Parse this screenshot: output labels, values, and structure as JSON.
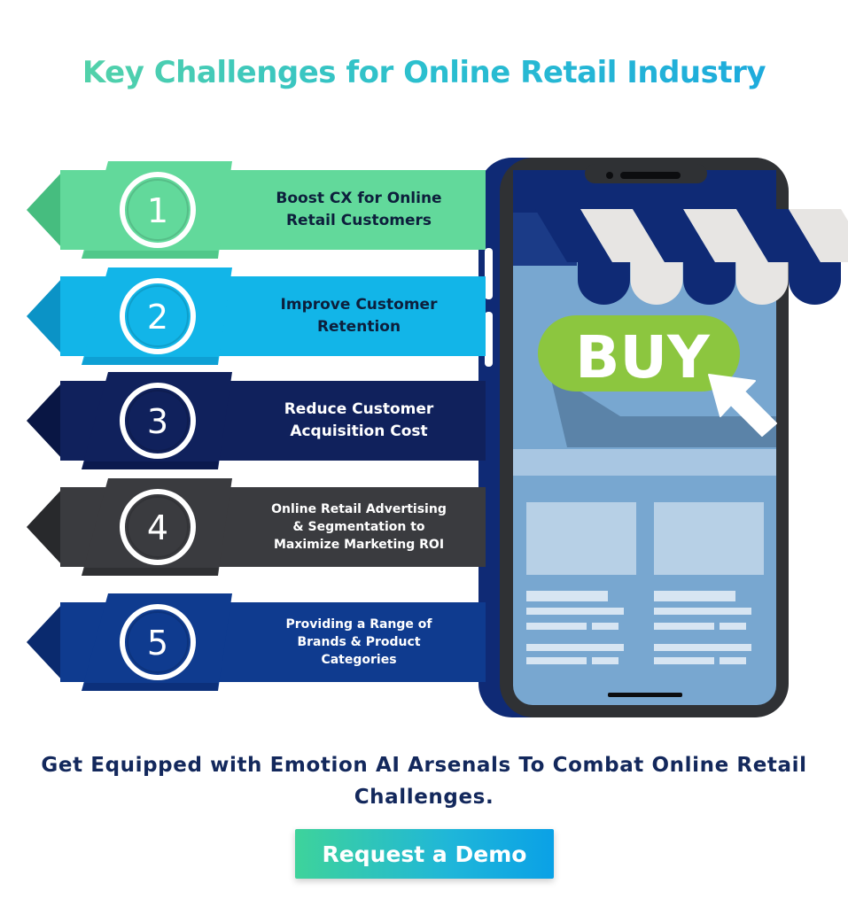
{
  "title": "Key Challenges for Online Retail Industry",
  "challenges": [
    {
      "number": "1",
      "text": "Boost CX for Online Retail Customers",
      "lines": [
        "Boost CX for Online",
        "Retail Customers"
      ],
      "color": "#62d99b",
      "dark": "#46bd7f",
      "text_color": "#0d1f3c"
    },
    {
      "number": "2",
      "text": "Improve Customer Retention",
      "lines": [
        "Improve Customer",
        "Retention"
      ],
      "color": "#12b5e8",
      "dark": "#0b93c6",
      "text_color": "#0d1f3c"
    },
    {
      "number": "3",
      "text": "Reduce Customer Acquisition Cost",
      "lines": [
        "Reduce Customer",
        "Acquisition Cost"
      ],
      "color": "#10215c",
      "dark": "#091644",
      "text_color": "#ffffff"
    },
    {
      "number": "4",
      "text": "Online Retail Advertising & Segmentation to Maximize Marketing ROI",
      "lines": [
        "Online Retail Advertising",
        "& Segmentation to",
        "Maximize Marketing ROI"
      ],
      "color": "#3a3b3f",
      "dark": "#28292c",
      "text_color": "#ffffff"
    },
    {
      "number": "5",
      "text": "Providing a Range of Brands & Product Categories",
      "lines": [
        "Providing a Range of",
        "Brands & Product",
        "Categories"
      ],
      "color": "#0f3b8f",
      "dark": "#0a2a6e",
      "text_color": "#ffffff"
    }
  ],
  "phone": {
    "buy_label": "BUY",
    "buy_color": "#8cc63f",
    "screen_color": "#78a7d0",
    "awning_dark": "#0f2a75",
    "awning_light": "#e7e5e3"
  },
  "bottom_text": "Get Equipped with Emotion AI Arsenals To Combat Online Retail Challenges.",
  "cta": {
    "label": "Request a Demo"
  },
  "colors": {
    "title_start": "#5cd6a0",
    "title_end": "#1aa6e0",
    "bottom_text": "#13285c"
  }
}
